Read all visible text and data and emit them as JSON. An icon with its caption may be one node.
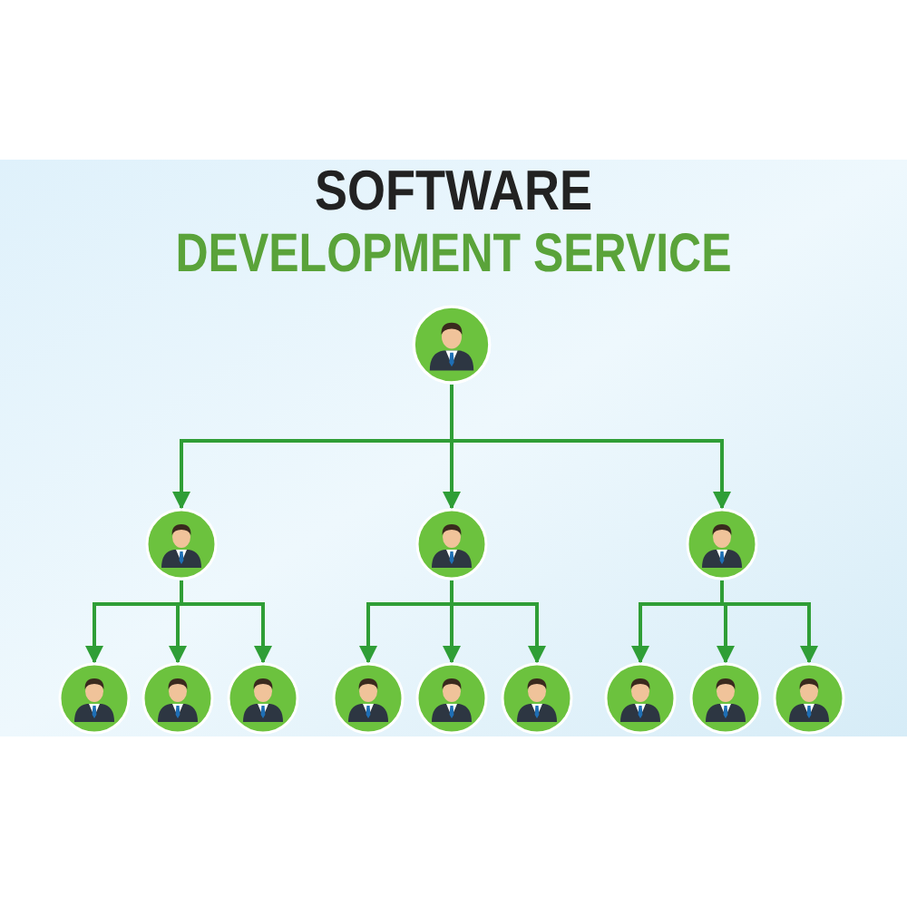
{
  "diagram": {
    "title": "SOFTWARE",
    "nodes": [
      {
        "text": [],
        "shape": "person"
      },
      {
        "text": [],
        "shape": "person"
      },
      {
        "text": [],
        "shape": "person"
      },
      {
        "text": [],
        "shape": "person"
      },
      {
        "text": [],
        "shape": "person"
      },
      {
        "text": [],
        "shape": "person"
      },
      {
        "text": [],
        "shape": "person"
      },
      {
        "text": [],
        "shape": "person"
      },
      {
        "text": [],
        "shape": "person"
      },
      {
        "text": [],
        "shape": "person"
      },
      {
        "text": [],
        "shape": "person"
      },
      {
        "text": [],
        "shape": "person"
      },
      {
        "text": [],
        "shape": "person"
      }
    ],
    "edges": [
      {
        "from": 0,
        "to": 1,
        "arrow": "to"
      },
      {
        "from": 0,
        "to": 2,
        "arrow": "to"
      },
      {
        "from": 0,
        "to": 3,
        "arrow": "to"
      },
      {
        "from": 1,
        "to": 4,
        "arrow": "to"
      },
      {
        "from": 1,
        "to": 5,
        "arrow": "to"
      },
      {
        "from": 1,
        "to": 6,
        "arrow": "to"
      },
      {
        "from": 2,
        "to": 7,
        "arrow": "to"
      },
      {
        "from": 2,
        "to": 8,
        "arrow": "to"
      },
      {
        "from": 2,
        "to": 9,
        "arrow": "to"
      },
      {
        "from": 3,
        "to": 10,
        "arrow": "to"
      },
      {
        "from": 3,
        "to": 11,
        "arrow": "to"
      },
      {
        "from": 3,
        "to": 12,
        "arrow": "to"
      }
    ],
    "labels": [
      "DEVELOPMENT SERVICE"
    ]
  }
}
